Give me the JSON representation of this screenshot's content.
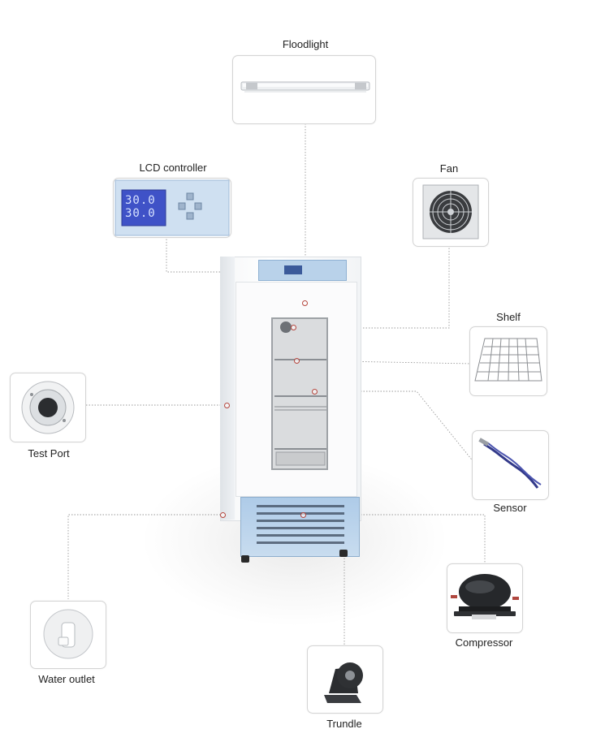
{
  "labels": {
    "floodlight": "Floodlight",
    "lcd_controller": "LCD controller",
    "fan": "Fan",
    "shelf": "Shelf",
    "test_port": "Test Port",
    "sensor": "Sensor",
    "water_outlet": "Water outlet",
    "compressor": "Compressor",
    "trundle": "Trundle"
  },
  "lcd_readout": {
    "line1": "30.0",
    "line2": "30.0"
  },
  "colors": {
    "callout_marker": "#b5463d",
    "leader_line": "#9a9a9a",
    "cabinet_blue": "#aecbe8",
    "lcd_screen": "#3f52c7"
  }
}
